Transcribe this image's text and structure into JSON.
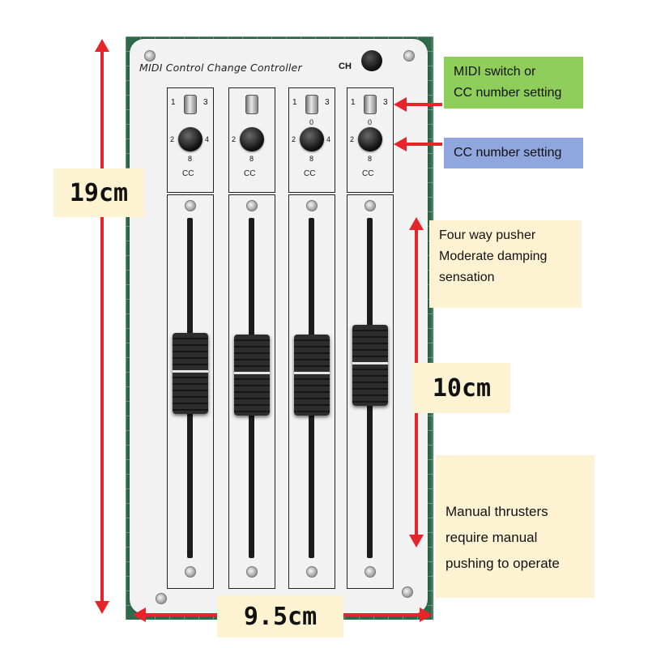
{
  "panel": {
    "title": "MIDI Control Change Controller",
    "ch_label": "CH",
    "channels": [
      {
        "toggle_left": "1",
        "toggle_right": "3",
        "knob_top": "",
        "knob_left": "2",
        "knob_right": "4",
        "knob_bottom": "8",
        "cc_label": "CC"
      },
      {
        "toggle_left": "",
        "toggle_right": "",
        "knob_top": "",
        "knob_left": "2",
        "knob_right": "",
        "knob_bottom": "8",
        "cc_label": "CC"
      },
      {
        "toggle_left": "1",
        "toggle_right": "3",
        "knob_top": "0",
        "knob_left": "2",
        "knob_right": "4",
        "knob_bottom": "8",
        "cc_label": "CC"
      },
      {
        "toggle_left": "1",
        "toggle_right": "3",
        "knob_top": "0",
        "knob_left": "2",
        "knob_right": "",
        "knob_bottom": "8",
        "cc_label": "CC"
      }
    ]
  },
  "dimensions": {
    "height": "19cm",
    "width": "9.5cm",
    "slider_length": "10cm"
  },
  "notes": {
    "midi_switch": {
      "lines": [
        "MIDI switch or",
        "CC number setting"
      ],
      "color": "#8fce5a"
    },
    "cc_number": {
      "lines": [
        "CC number setting"
      ],
      "color": "#8fa6de"
    },
    "pusher": {
      "lines": [
        "Four way pusher",
        "Moderate damping",
        "sensation"
      ],
      "color": "#fdf3d2"
    },
    "manual": {
      "lines": [
        "Manual thrusters",
        "require manual",
        "pushing to operate"
      ],
      "color": "#fdf3d2"
    }
  },
  "accent_color": "#e8242b"
}
